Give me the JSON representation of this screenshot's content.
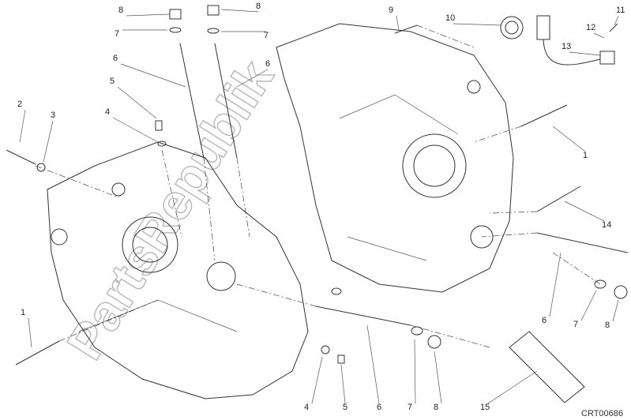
{
  "diagram": {
    "callouts": [
      "8",
      "8",
      "7",
      "7",
      "6",
      "6",
      "5",
      "4",
      "2",
      "3",
      "9",
      "10",
      "11",
      "12",
      "13",
      "1",
      "14",
      "6",
      "7",
      "8",
      "1",
      "4",
      "5",
      "6",
      "7",
      "8",
      "15"
    ],
    "drawing_code": "CRT00686",
    "watermark": "PartsRepublik"
  }
}
